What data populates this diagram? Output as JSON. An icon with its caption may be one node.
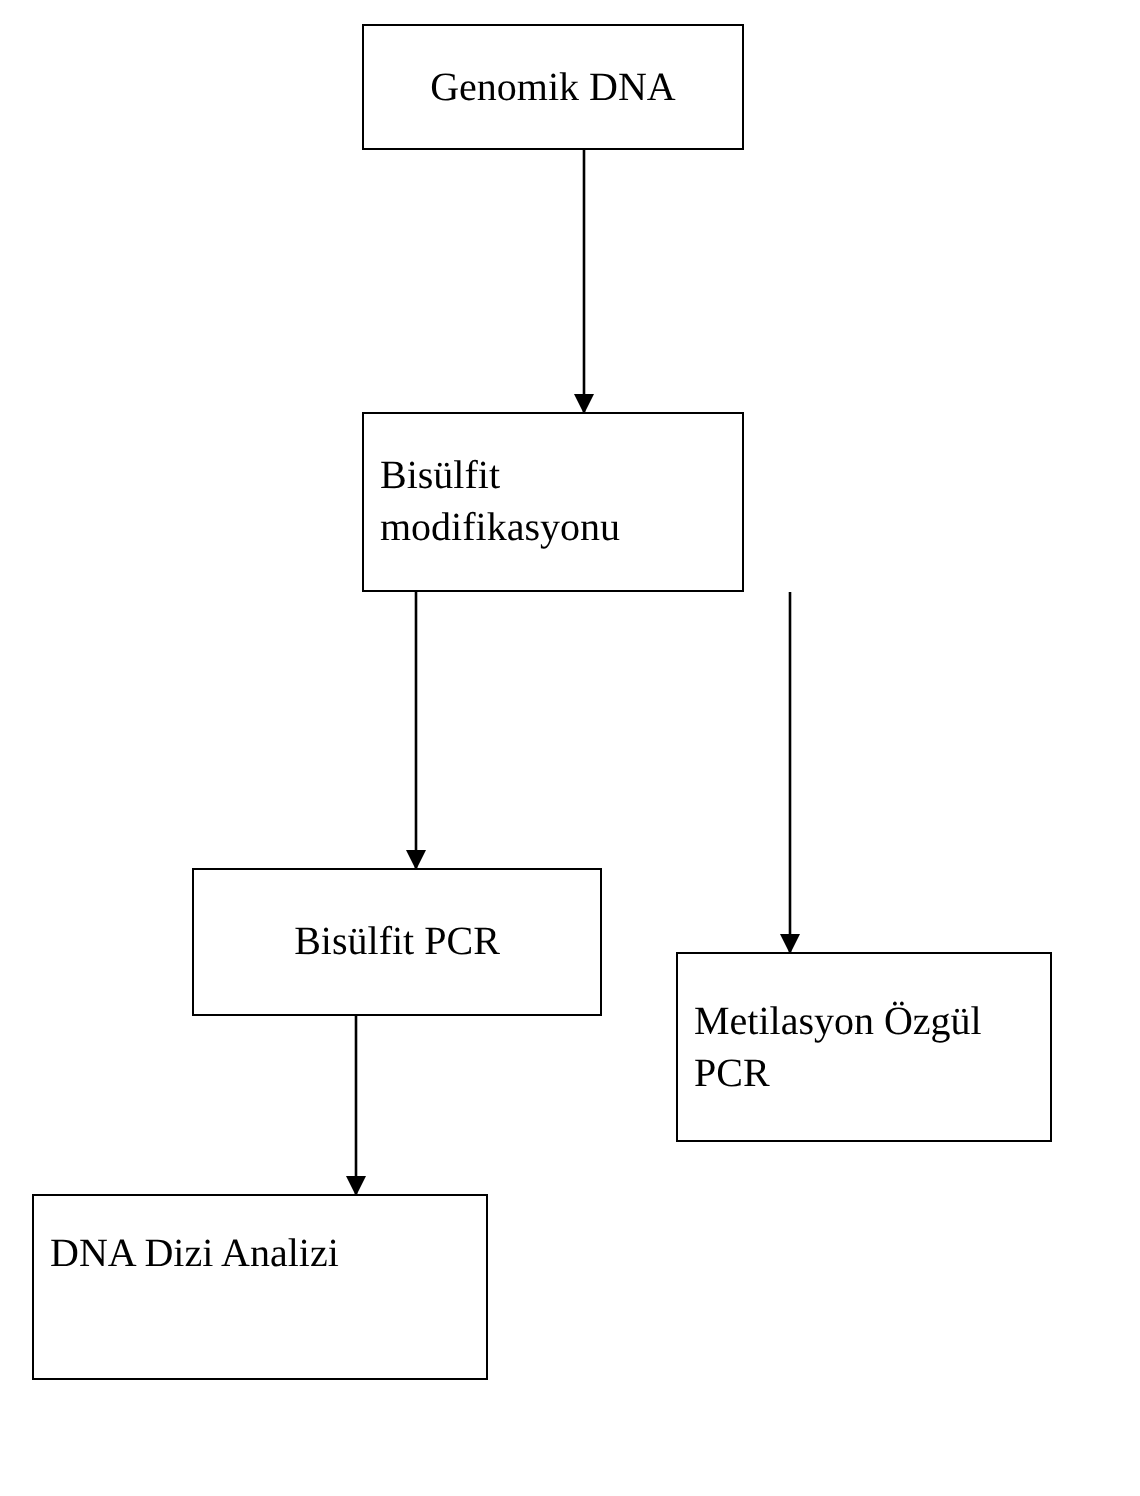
{
  "diagram": {
    "nodes": [
      {
        "text": [
          "Genomik DNA"
        ]
      },
      {
        "text": [
          "Bisülfit modifikasyonu"
        ]
      },
      {
        "text": [
          "Bisülfit PCR"
        ]
      },
      {
        "text": [
          "Metilasyon Özgül PCR"
        ]
      },
      {
        "text": [
          "DNA Dizi Analizi"
        ]
      }
    ],
    "edges": [
      {
        "from": 0,
        "to": 1,
        "arrow": "to"
      },
      {
        "from": 1,
        "to": 2,
        "arrow": "to"
      },
      {
        "from": 1,
        "to": 3,
        "arrow": "to"
      },
      {
        "from": 2,
        "to": 4,
        "arrow": "to"
      }
    ]
  }
}
